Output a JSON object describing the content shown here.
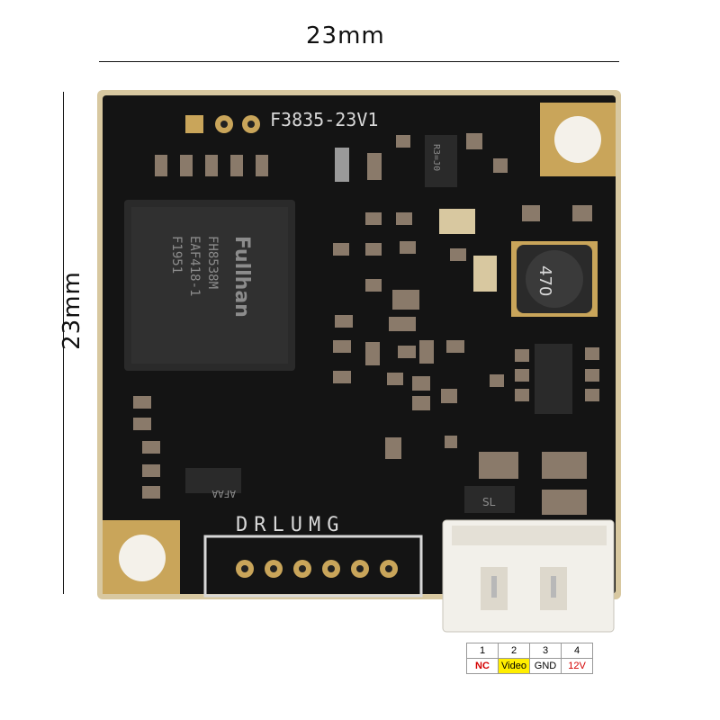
{
  "dimensions": {
    "width_label": "23mm",
    "height_label": "23mm"
  },
  "board": {
    "silkscreen_model": "F3835-23V1",
    "chip_brand": "Fullhan",
    "chip_lines": [
      "FH8538M",
      "EAF418-1",
      "F1951"
    ],
    "inductor_label": "470",
    "pin_header_label": "DRLUMG",
    "small_ic_label": "AFAA",
    "sl_label": "SL",
    "reg_label": "R3=J0"
  },
  "connector": {
    "pin_numbers": [
      "1",
      "2",
      "3",
      "4"
    ],
    "pin_names": [
      "NC",
      "Video",
      "GND",
      "12V"
    ]
  },
  "colors": {
    "pcb": "#141414",
    "gold": "#c9a55a",
    "silkscreen": "#d8d8d8",
    "nc_red": "#d40000",
    "video_yellow": "#ffee00"
  }
}
